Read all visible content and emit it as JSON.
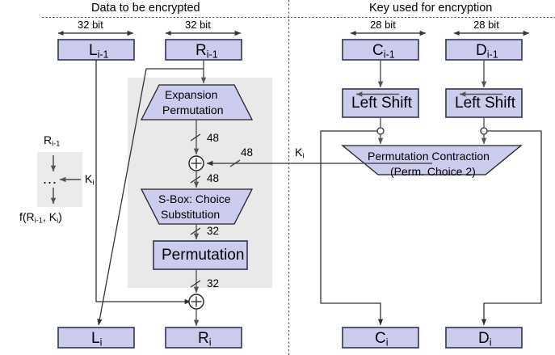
{
  "diagram": {
    "title_left": "Data to be encrypted",
    "title_right": "Key used for encryption",
    "colors": {
      "box_fill": "#ccccee",
      "box_stroke": "#333355",
      "trap_fill": "#ccccee",
      "region_fill": "#e9e9e9",
      "line": "#444444",
      "text": "#000000"
    }
  },
  "widths": {
    "left_data": "32 bit",
    "right_data": "32 bit",
    "left_key": "28 bit",
    "right_key": "28 bit"
  },
  "inputs": {
    "l_prev": "L",
    "l_prev_sub": "i-1",
    "r_prev": "R",
    "r_prev_sub": "i-1",
    "c_prev": "C",
    "c_prev_sub": "i-1",
    "d_prev": "D",
    "d_prev_sub": "i-1"
  },
  "outputs": {
    "l_next": "L",
    "l_next_sub": "i",
    "r_next": "R",
    "r_next_sub": "i",
    "c_next": "C",
    "c_next_sub": "i",
    "d_next": "D",
    "d_next_sub": "i"
  },
  "blocks": {
    "expansion_line1": "Expansion",
    "expansion_line2": "Permutation",
    "sbox_line1": "S-Box: Choice",
    "sbox_line2": "Substitution",
    "permutation": "Permutation",
    "left_shift_1": "Left Shift",
    "left_shift_2": "Left Shift",
    "pc2_line1": "Permutation Contraction",
    "pc2_line2": "(Perm. Choice 2)"
  },
  "wire_labels": {
    "after_expansion": "48",
    "key_into_xor": "48",
    "after_xor": "48",
    "after_sbox": "32",
    "after_permutation": "32",
    "subkey": "K",
    "subkey_sub": "i"
  },
  "legend": {
    "input": "R",
    "input_sub": "i-1",
    "key": "K",
    "key_sub": "i",
    "dots": "...",
    "output_prefix": "f(R",
    "output_sub1": "i-1",
    "output_mid": ", K",
    "output_sub2": "i",
    "output_suffix": ")"
  }
}
